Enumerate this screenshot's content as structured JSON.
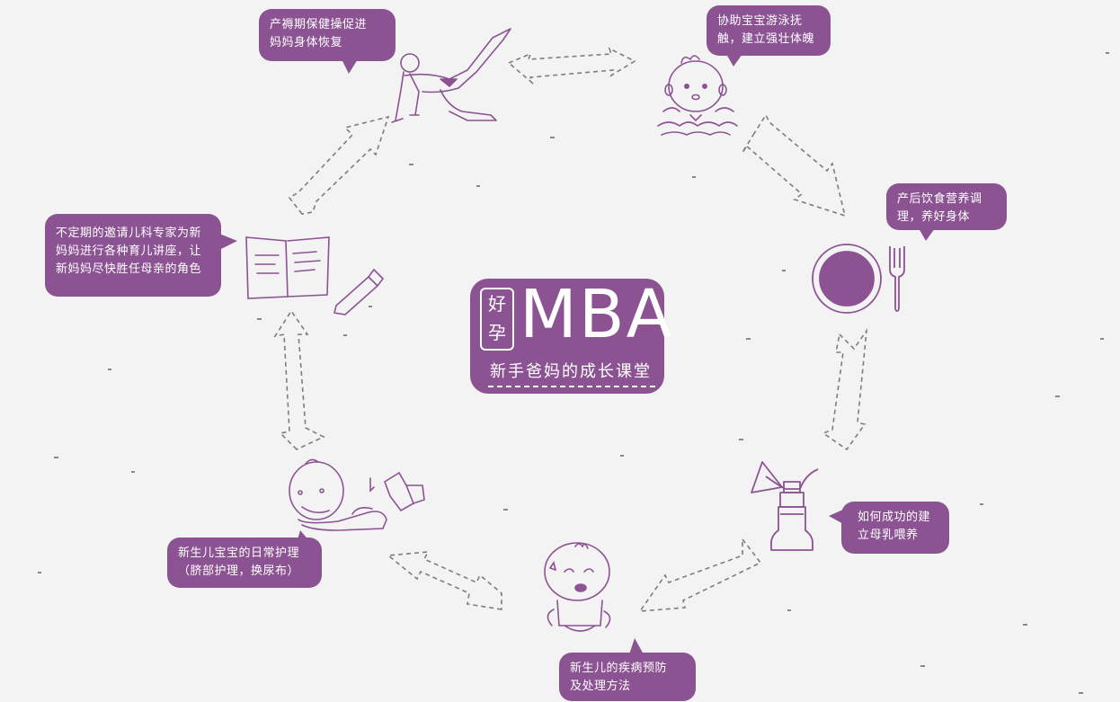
{
  "brand": {
    "logo_chars": [
      "好",
      "孕"
    ],
    "logo_text": "MBA",
    "slogan": "新手爸妈的成长课堂"
  },
  "colors": {
    "accent": "#8c5393",
    "line": "#8a8a8a",
    "background": "#f4f3f3"
  },
  "bubbles": {
    "postpartum_fitness": {
      "lines": [
        "产褥期保健操促进",
        "妈妈身体恢复"
      ]
    },
    "baby_swimming": {
      "lines": [
        "协助宝宝游泳抚",
        "触，建立强壮体魄"
      ]
    },
    "postpartum_diet": {
      "lines": [
        "产后饮食营养调",
        "理，养好身体"
      ]
    },
    "breastfeeding": {
      "lines": [
        "如何成功的建",
        "立母乳喂养"
      ]
    },
    "disease_prevention": {
      "lines": [
        "新生儿的疾病预防",
        "及处理方法"
      ]
    },
    "newborn_care": {
      "lines": [
        "新生儿宝宝的日常护理",
        "（脐部护理，换尿布）"
      ]
    },
    "expert_lectures": {
      "lines": [
        "不定期的邀请儿科专家为新",
        "妈妈进行各种育儿讲座，让",
        "新妈妈尽快胜任母亲的角色"
      ]
    }
  },
  "icons": [
    "yoga-mother-icon",
    "swimming-baby-icon",
    "plate-fork-icon",
    "breast-pump-icon",
    "sick-baby-icon",
    "crawling-baby-diaper-icon",
    "book-pencil-icon"
  ]
}
